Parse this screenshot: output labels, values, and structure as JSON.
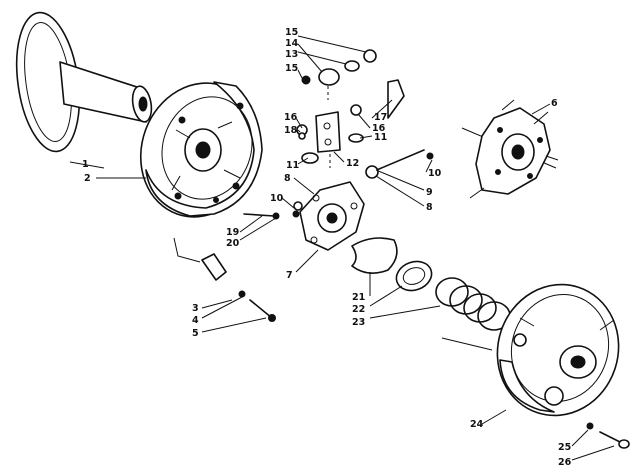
{
  "callouts": {
    "c1": "1",
    "c2": "2",
    "c3": "3",
    "c4": "4",
    "c5": "5",
    "c6": "6",
    "c7": "7",
    "c8a": "8",
    "c8b": "8",
    "c9": "9",
    "c10a": "10",
    "c10b": "10",
    "c11a": "11",
    "c11b": "11",
    "c12": "12",
    "c13": "13",
    "c14": "14",
    "c15a": "15",
    "c15b": "15",
    "c16a": "16",
    "c16b": "16",
    "c17": "17",
    "c18": "18",
    "c19": "19",
    "c20": "20",
    "c21": "21",
    "c22": "22",
    "c23": "23",
    "c24": "24",
    "c25": "25",
    "c26": "26"
  }
}
